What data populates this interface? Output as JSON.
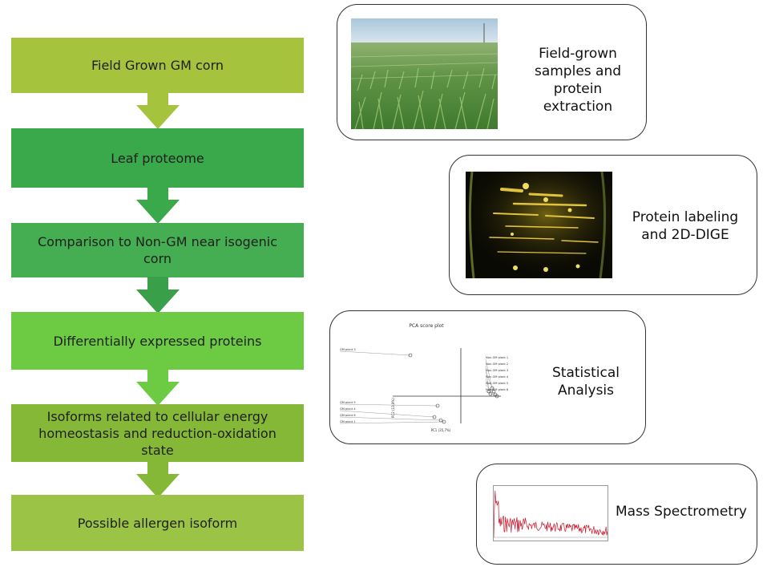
{
  "flow": {
    "steps": [
      {
        "label": "Field Grown GM corn",
        "color": "#a6c33d"
      },
      {
        "label": "Leaf proteome",
        "color": "#3aa94c"
      },
      {
        "label": "Comparison to Non-GM near isogenic corn",
        "color": "#45ad52"
      },
      {
        "label": "Differentially expressed proteins",
        "color": "#6ccb43"
      },
      {
        "label": "Isoforms related to cellular energy homeostasis and reduction-oxidation state",
        "color": "#86b838"
      },
      {
        "label": "Possible allergen isoform",
        "color": "#9bc446"
      }
    ]
  },
  "panels": {
    "field": {
      "label": "Field-grown samples and protein extraction"
    },
    "dige": {
      "label": "Protein labeling and 2D-DIGE"
    },
    "stats": {
      "label": "Statistical Analysis",
      "plot_title": "PCA score plot",
      "xlabel": "PC1 (35,7%)",
      "ylabel": "PC2 (13,8%)",
      "gm_labels": [
        "GM plant 3",
        "GM plant 5",
        "GM plant 4",
        "GM plant 6",
        "GM plant 1"
      ],
      "nongm_labels": [
        "Non-GM plant 1",
        "Non-GM plant 2",
        "Non-GM plant 3",
        "Non-GM plant 4",
        "Non-GM plant 5",
        "Non-GM plant 6"
      ]
    },
    "mass": {
      "label": "Mass Spectrometry"
    }
  }
}
